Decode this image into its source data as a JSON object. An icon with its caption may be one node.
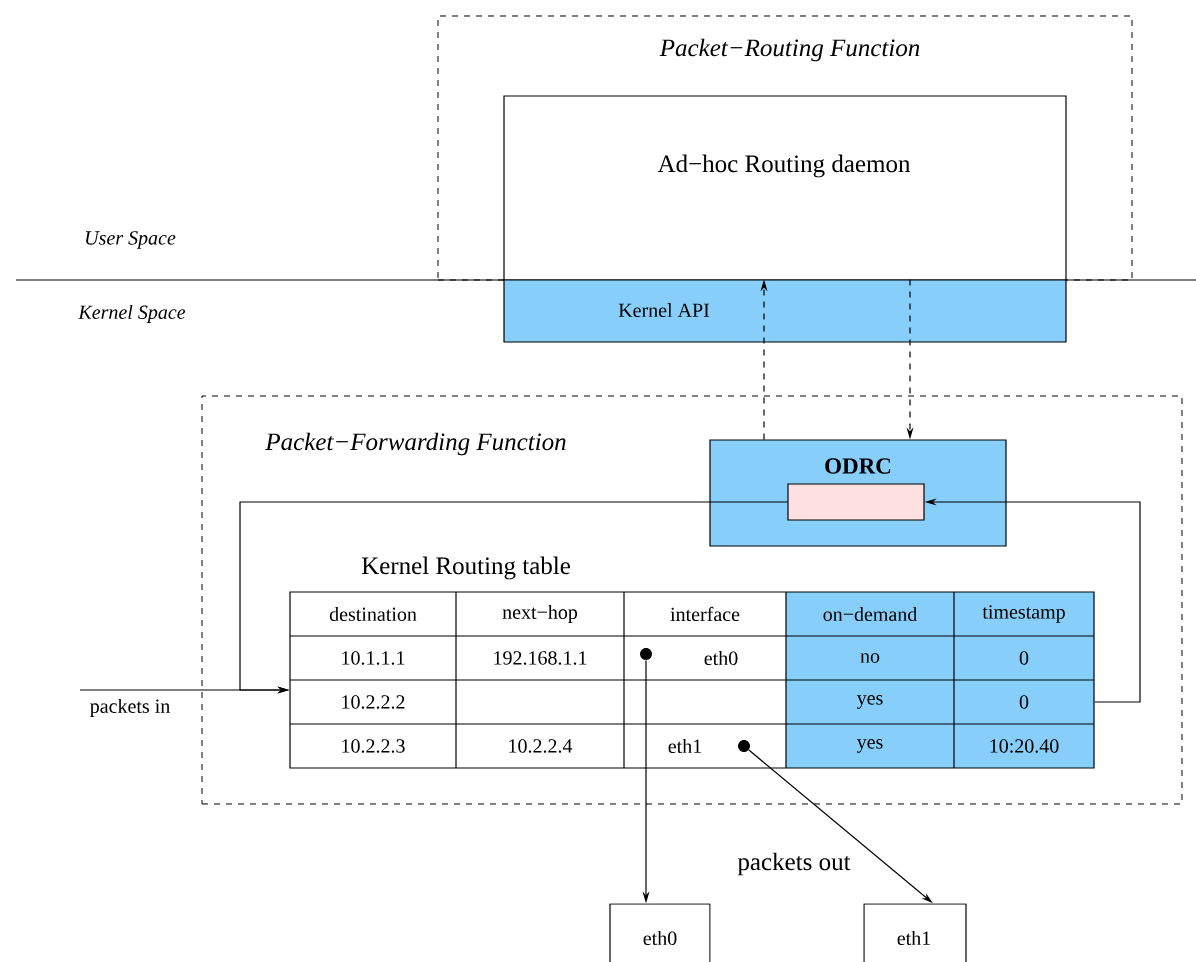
{
  "diagram": {
    "nodes": [
      {
        "text": [
          "Packet−Routing Function"
        ]
      },
      {
        "text": [
          "Ad−hoc Routing daemon"
        ],
        "in": 0
      },
      {
        "text": [
          "Kernel API"
        ]
      },
      {
        "text": [
          "Packet−Forwarding Function"
        ]
      },
      {
        "text": [
          "ODRC"
        ],
        "in": 3
      },
      {
        "text": [],
        "shape": "box",
        "in": 4
      },
      {
        "text": [
          "Kernel Routing table"
        ],
        "in": 3
      },
      {
        "text": [],
        "shape": "circle",
        "in": 6
      },
      {
        "text": [],
        "shape": "circle",
        "in": 6
      },
      {
        "text": [
          "eth0"
        ]
      },
      {
        "text": [
          "eth1"
        ]
      }
    ],
    "edges": [
      {
        "from": 4,
        "to": 2,
        "arrow": "to",
        "style": "dashed"
      },
      {
        "from": 2,
        "to": 4,
        "arrow": "to",
        "style": "dashed"
      },
      {
        "from": 5,
        "to": 6,
        "arrow": "to"
      },
      {
        "from": 6,
        "to": 5,
        "arrow": "to"
      },
      {
        "from": null,
        "to": 6,
        "arrow": "to",
        "label": "packets in"
      },
      {
        "from": 7,
        "to": 9,
        "arrow": "to"
      },
      {
        "from": 8,
        "to": 10,
        "arrow": "to"
      }
    ],
    "labels": [
      "User Space",
      "Kernel Space",
      "destination",
      "next−hop",
      "interface",
      "on−demand",
      "timestamp",
      "10.1.1.1",
      "192.168.1.1",
      "eth0",
      "no",
      "0",
      "10.2.2.2",
      "yes",
      "0",
      "10.2.2.3",
      "10.2.2.4",
      "eth1",
      "yes",
      "10:20.40",
      "packets out"
    ]
  }
}
